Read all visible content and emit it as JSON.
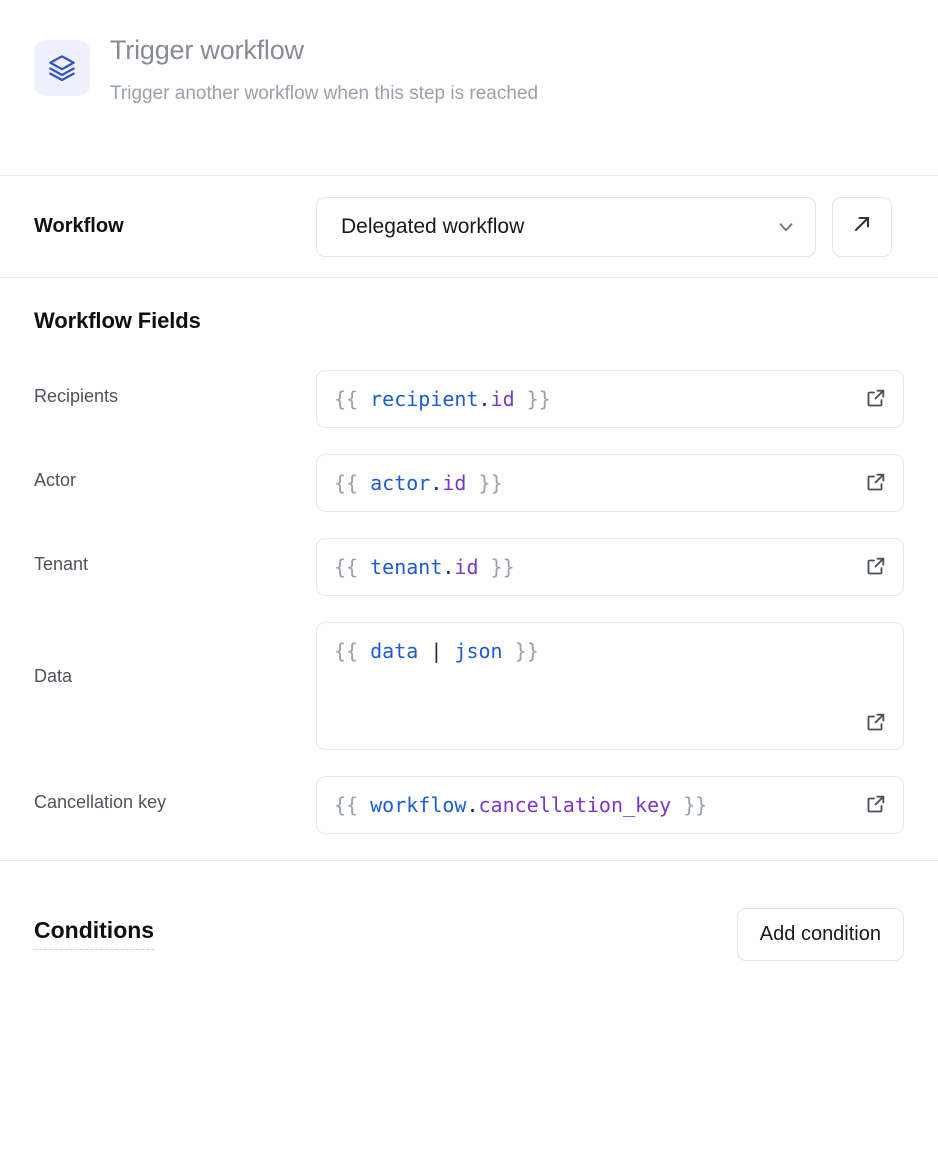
{
  "header": {
    "icon": "layers-icon",
    "icon_color": "#3250c8",
    "icon_bg": "#eef1fc",
    "title": "Trigger workflow",
    "subtitle": "Trigger another workflow when this step is reached"
  },
  "workflow": {
    "label": "Workflow",
    "selected": "Delegated workflow",
    "dropdown_icon": "chevron-down-icon",
    "open_button_icon": "arrow-up-right-icon"
  },
  "fields": {
    "heading": "Workflow Fields",
    "expand_icon": "external-link-icon",
    "rows": [
      {
        "label": "Recipients",
        "value": "{{ recipient.id }}",
        "tokens": [
          {
            "text": "{{ ",
            "type": "brace"
          },
          {
            "text": "recipient",
            "type": "root"
          },
          {
            "text": ".",
            "type": "dot"
          },
          {
            "text": "id",
            "type": "prop"
          },
          {
            "text": " }}",
            "type": "brace"
          }
        ],
        "multiline": false
      },
      {
        "label": "Actor",
        "value": "{{ actor.id }}",
        "tokens": [
          {
            "text": "{{ ",
            "type": "brace"
          },
          {
            "text": "actor",
            "type": "root"
          },
          {
            "text": ".",
            "type": "dot"
          },
          {
            "text": "id",
            "type": "prop"
          },
          {
            "text": " }}",
            "type": "brace"
          }
        ],
        "multiline": false
      },
      {
        "label": "Tenant",
        "value": "{{ tenant.id }}",
        "tokens": [
          {
            "text": "{{ ",
            "type": "brace"
          },
          {
            "text": "tenant",
            "type": "root"
          },
          {
            "text": ".",
            "type": "dot"
          },
          {
            "text": "id",
            "type": "prop"
          },
          {
            "text": " }}",
            "type": "brace"
          }
        ],
        "multiline": false
      },
      {
        "label": "Data",
        "value": "{{ data | json }}",
        "tokens": [
          {
            "text": "{{ ",
            "type": "brace"
          },
          {
            "text": "data",
            "type": "root"
          },
          {
            "text": " ",
            "type": "brace"
          },
          {
            "text": "|",
            "type": "pipe"
          },
          {
            "text": " ",
            "type": "brace"
          },
          {
            "text": "json",
            "type": "filter"
          },
          {
            "text": " }}",
            "type": "brace"
          }
        ],
        "multiline": true
      },
      {
        "label": "Cancellation key",
        "value": "{{ workflow.cancellation_key }}",
        "tokens": [
          {
            "text": "{{ ",
            "type": "brace"
          },
          {
            "text": "workflow",
            "type": "root"
          },
          {
            "text": ".",
            "type": "dot"
          },
          {
            "text": "cancellation_key",
            "type": "prop"
          },
          {
            "text": " }}",
            "type": "brace"
          }
        ],
        "multiline": false
      }
    ]
  },
  "conditions": {
    "title": "Conditions",
    "add_label": "Add condition"
  }
}
